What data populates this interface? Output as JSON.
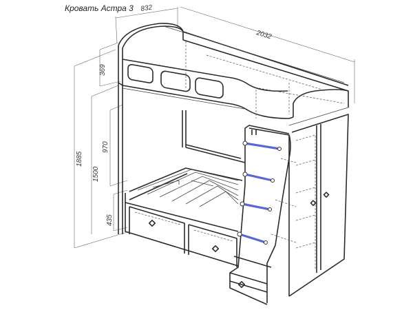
{
  "title": "Кровать Астра 3",
  "dimensions": {
    "depth": "832",
    "length": "2032",
    "rail_height": "369",
    "total_height": "1885",
    "upper_height": "1500",
    "clearance": "970",
    "drawer_height": "435"
  },
  "colors": {
    "outline": "#2a2a2a",
    "rung": "#5a66d6"
  },
  "parts": [
    "upper-bunk",
    "lower-bunk",
    "ladder",
    "wardrobe",
    "drawers"
  ]
}
